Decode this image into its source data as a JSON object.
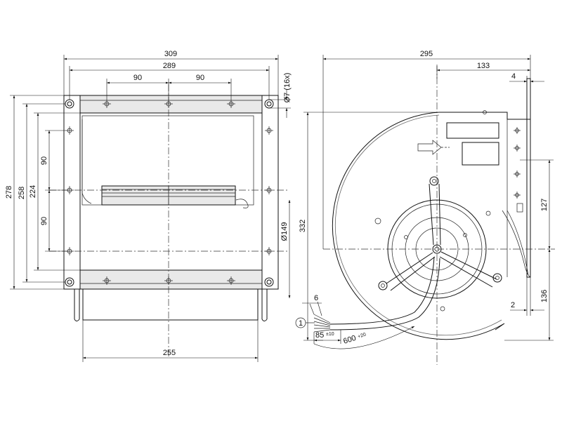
{
  "front_view": {
    "overall_width": "309",
    "hole_spacing_width": "289",
    "hole_pitch_left": "90",
    "hole_pitch_right": "90",
    "hole_spec": "Ø7 (16x)",
    "overall_height": "278",
    "hole_spacing_height": "258",
    "inner_height": "224",
    "vertical_pitch_top": "90",
    "vertical_pitch_bottom": "90",
    "outlet_width": "255"
  },
  "side_view": {
    "overall_width": "295",
    "offset_width": "133",
    "flange_thickness": "4",
    "overall_height": "332",
    "inlet_diameter": "Ø149",
    "upper_height": "127",
    "lower_height": "136",
    "bottom_offset": "2",
    "cable_spacing": "6",
    "cable_item_number": "1",
    "cable_strip_length": "85",
    "cable_strip_tolerance": "±10",
    "cable_length": "600",
    "cable_length_tolerance": "+20"
  }
}
